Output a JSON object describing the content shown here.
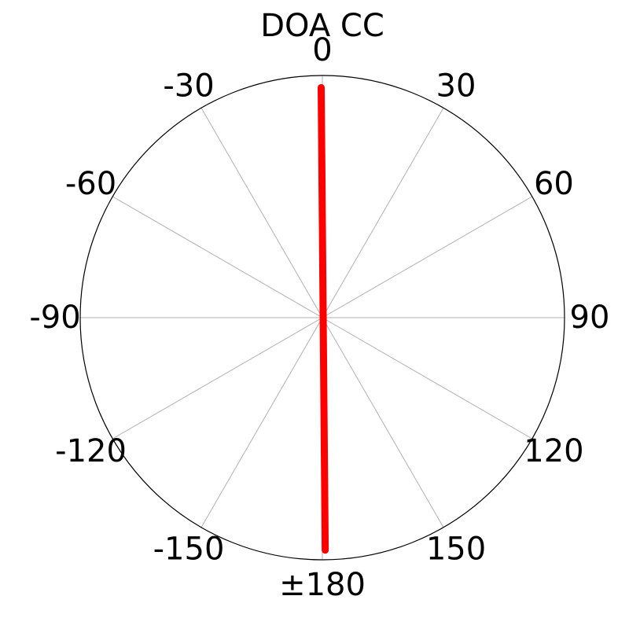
{
  "chart_data": {
    "type": "polar_line",
    "title": "DOA CC",
    "theta_direction": "clockwise",
    "theta_zero": "top",
    "angle_ticks": [
      {
        "angle": 0,
        "label": "0"
      },
      {
        "angle": 30,
        "label": "30"
      },
      {
        "angle": 60,
        "label": "60"
      },
      {
        "angle": 90,
        "label": "90"
      },
      {
        "angle": 120,
        "label": "120"
      },
      {
        "angle": 150,
        "label": "150"
      },
      {
        "angle": 180,
        "label": "±180"
      },
      {
        "angle": -150,
        "label": "-150"
      },
      {
        "angle": -120,
        "label": "-120"
      },
      {
        "angle": -90,
        "label": "-90"
      },
      {
        "angle": -60,
        "label": "-60"
      },
      {
        "angle": -30,
        "label": "-30"
      }
    ],
    "grid": true,
    "radial_ticks_visible": false,
    "rlim": [
      0,
      1
    ],
    "series": [
      {
        "color": "#ff0000",
        "points": [
          {
            "angle": -0.3,
            "r": 0.95
          },
          {
            "angle": 179.3,
            "r": 0.96
          }
        ]
      }
    ]
  }
}
